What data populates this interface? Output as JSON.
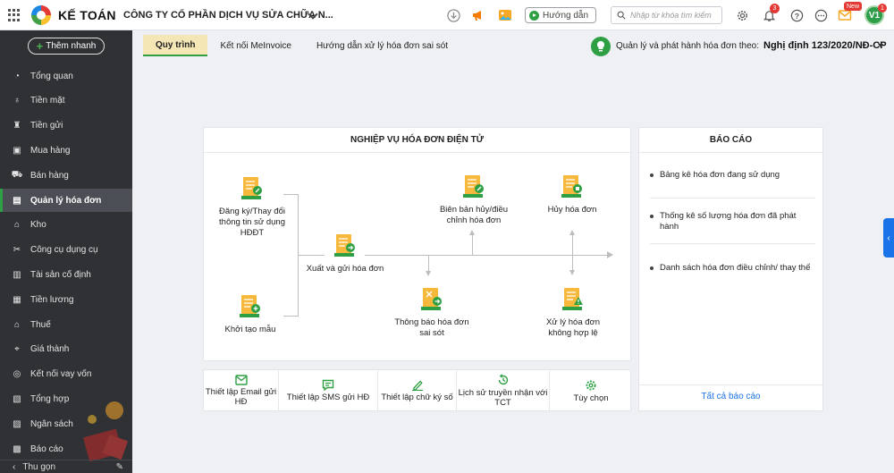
{
  "app": {
    "name": "KẾ TOÁN",
    "company": "CÔNG TY CỔ PHẦN DỊCH VỤ SỬA CHỮA N..."
  },
  "header": {
    "help_label": "Hướng dẫn",
    "search_placeholder": "Nhập từ khóa tìm kiếm",
    "notification_count": "3",
    "new_badge": "New",
    "avatar_initials": "V1",
    "avatar_count": "1"
  },
  "sidebar": {
    "quick_add": "Thêm nhanh",
    "items": [
      {
        "label": "Tổng quan",
        "icon": "dashboard-icon"
      },
      {
        "label": "Tiền mặt",
        "icon": "cash-bag-icon"
      },
      {
        "label": "Tiền gửi",
        "icon": "bank-icon"
      },
      {
        "label": "Mua hàng",
        "icon": "shopping-bag-icon"
      },
      {
        "label": "Bán hàng",
        "icon": "cart-icon"
      },
      {
        "label": "Quản lý hóa đơn",
        "icon": "invoice-icon",
        "active": true
      },
      {
        "label": "Kho",
        "icon": "warehouse-icon"
      },
      {
        "label": "Công cụ dụng cụ",
        "icon": "tools-icon"
      },
      {
        "label": "Tài sản cố định",
        "icon": "asset-icon"
      },
      {
        "label": "Tiền lương",
        "icon": "salary-icon"
      },
      {
        "label": "Thuế",
        "icon": "tax-icon"
      },
      {
        "label": "Giá thành",
        "icon": "price-tag-icon"
      },
      {
        "label": "Kết nối vay vốn",
        "icon": "loan-icon"
      },
      {
        "label": "Tổng hợp",
        "icon": "summary-icon"
      },
      {
        "label": "Ngân sách",
        "icon": "budget-icon"
      },
      {
        "label": "Báo cáo",
        "icon": "report-icon"
      }
    ],
    "collapse_label": "Thu gọn"
  },
  "tabs": [
    {
      "label": "Quy trình",
      "active": true
    },
    {
      "label": "Kết nối MeInvoice"
    },
    {
      "label": "Hướng dẫn xử lý hóa đơn sai sót"
    }
  ],
  "decree": {
    "label": "Quản lý và phát hành hóa đơn theo:",
    "value": "Nghị định 123/2020/NĐ-CP"
  },
  "process": {
    "title": "NGHIỆP VỤ HÓA ĐƠN ĐIỆN TỬ",
    "nodes": {
      "register": "Đăng ký/Thay đổi thông tin sử dụng HĐĐT",
      "create_template": "Khởi tạo mẫu",
      "issue": "Xuất và gửi hóa đơn",
      "cancel_record": "Biên bản hủy/điều chỉnh hóa đơn",
      "cancel": "Hủy hóa đơn",
      "notify_error": "Thông báo hóa đơn sai sót",
      "handle_invalid": "Xử lý hóa đơn không hợp lệ"
    }
  },
  "tools": [
    {
      "label": "Thiết lập Email gửi HĐ",
      "icon": "email-icon"
    },
    {
      "label": "Thiết lập SMS gửi HĐ",
      "icon": "sms-icon"
    },
    {
      "label": "Thiết lập chữ ký số",
      "icon": "signature-icon"
    },
    {
      "label": "Lịch sử truyền nhận với TCT",
      "icon": "history-icon"
    },
    {
      "label": "Tùy chọn",
      "icon": "settings-icon"
    }
  ],
  "reports": {
    "title": "BÁO CÁO",
    "items": [
      "Bảng kê hóa đơn đang sử dụng",
      "Thống kê số lượng hóa đơn đã phát hành",
      "Danh sách hóa đơn điều chỉnh/ thay thế"
    ],
    "all_label": "Tất cả báo cáo"
  },
  "colors": {
    "accent": "#2ea043",
    "sidebar_bg": "#2f3135",
    "link": "#1a73e8"
  }
}
